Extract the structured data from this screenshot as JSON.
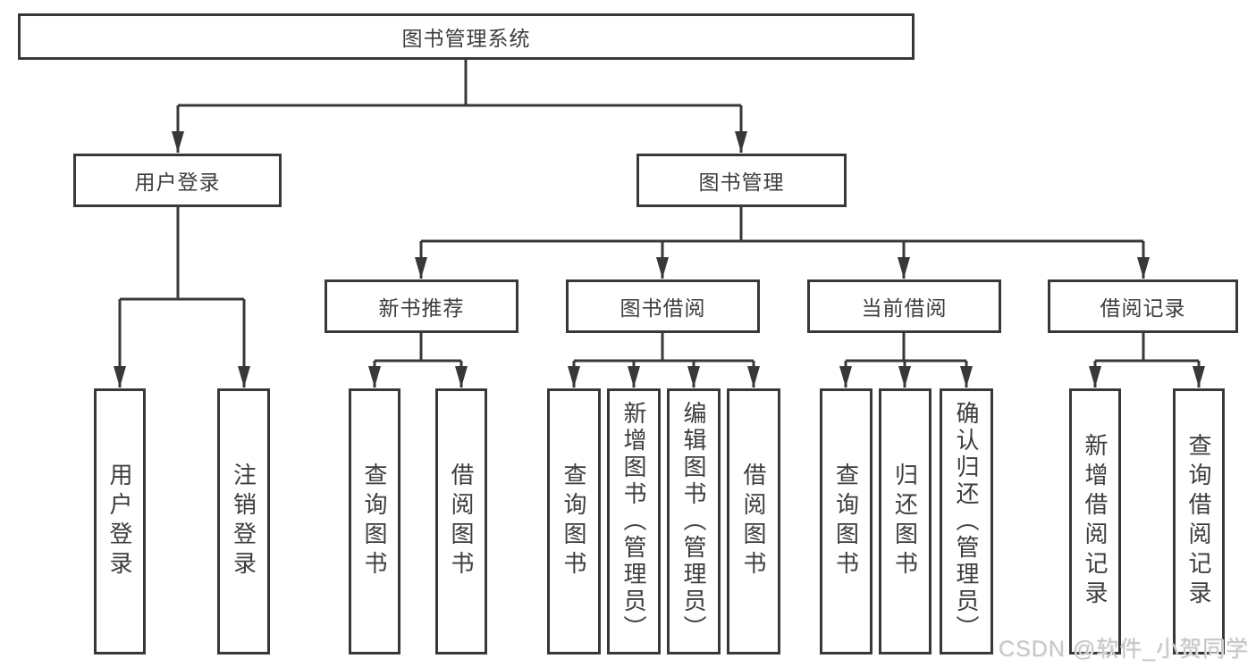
{
  "tree": {
    "root": {
      "label": "图书管理系统",
      "children": [
        {
          "label": "用户登录",
          "children": [
            {
              "label": "用户登录"
            },
            {
              "label": "注销登录"
            }
          ]
        },
        {
          "label": "图书管理",
          "children": [
            {
              "label": "新书推荐",
              "children": [
                {
                  "label": "查询图书"
                },
                {
                  "label": "借阅图书"
                }
              ]
            },
            {
              "label": "图书借阅",
              "children": [
                {
                  "label": "查询图书"
                },
                {
                  "label": "新增图书（管理员）"
                },
                {
                  "label": "编辑图书（管理员）"
                },
                {
                  "label": "借阅图书"
                }
              ]
            },
            {
              "label": "当前借阅",
              "children": [
                {
                  "label": "查询图书"
                },
                {
                  "label": "归还图书"
                },
                {
                  "label": "确认归还（管理员）"
                }
              ]
            },
            {
              "label": "借阅记录",
              "children": [
                {
                  "label": "新增借阅记录"
                },
                {
                  "label": "查询借阅记录"
                }
              ]
            }
          ]
        }
      ]
    }
  },
  "watermark": "CSDN @软件_小贺同学",
  "colors": {
    "line": "#383838",
    "text": "#3d3d3d",
    "background": "#ffffff",
    "watermark": "#c6c6c6"
  }
}
